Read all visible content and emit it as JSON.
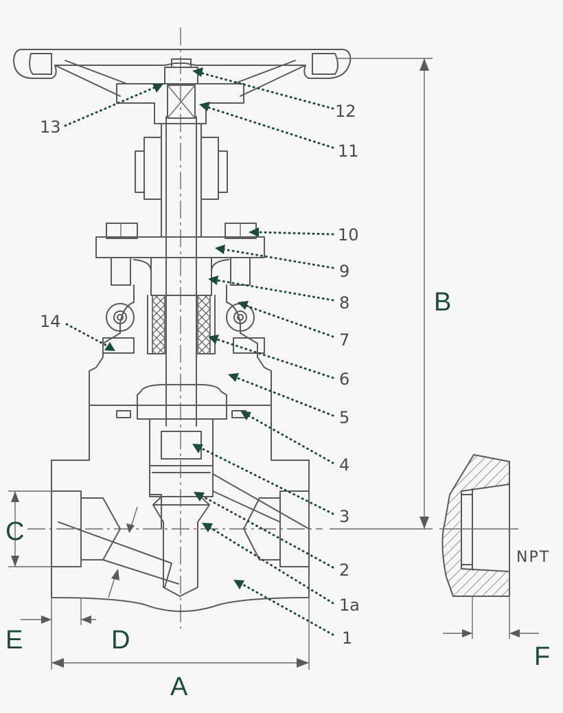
{
  "callouts": [
    {
      "id": "c12",
      "label": "12"
    },
    {
      "id": "c13",
      "label": "13"
    },
    {
      "id": "c11",
      "label": "11"
    },
    {
      "id": "c10",
      "label": "10"
    },
    {
      "id": "c9",
      "label": "9"
    },
    {
      "id": "c8",
      "label": "8"
    },
    {
      "id": "c7",
      "label": "7"
    },
    {
      "id": "c14",
      "label": "14"
    },
    {
      "id": "c6",
      "label": "6"
    },
    {
      "id": "c5",
      "label": "5"
    },
    {
      "id": "c4",
      "label": "4"
    },
    {
      "id": "c3",
      "label": "3"
    },
    {
      "id": "c2",
      "label": "2"
    },
    {
      "id": "c1a",
      "label": "1a"
    },
    {
      "id": "c1",
      "label": "1"
    }
  ],
  "dimensions": {
    "A": "A",
    "B": "B",
    "C": "C",
    "D": "D",
    "E": "E",
    "F": "F"
  },
  "thread_label": "NPT",
  "colors": {
    "accent": "#1f4a38",
    "line": "#5a5a5a",
    "background": "#f6f6f6"
  }
}
